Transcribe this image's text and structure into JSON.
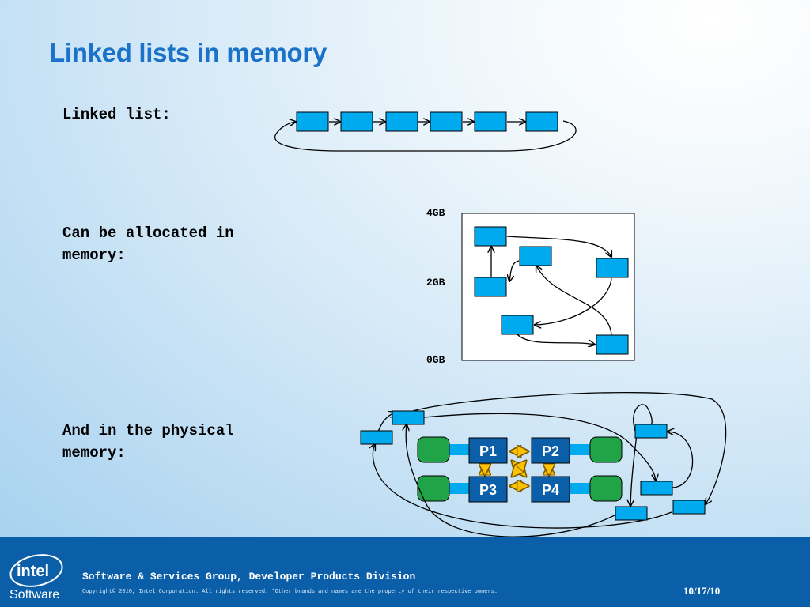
{
  "slide": {
    "title": "Linked lists in memory",
    "label_linked_list": "Linked list:",
    "label_allocated_line1": "Can be allocated in",
    "label_allocated_line2": "memory:",
    "label_physical_line1": "And in the physical",
    "label_physical_line2": "memory:"
  },
  "memory_axis": {
    "top": "4GB",
    "middle": "2GB",
    "bottom": "0GB"
  },
  "processors": [
    "P1",
    "P2",
    "P3",
    "P4"
  ],
  "colors": {
    "node_fill": "#00aaee",
    "processor_fill": "#0b5fa8",
    "memory_bank": "#20a447",
    "interconnect": "#ffc000",
    "title": "#1a73c9",
    "footer": "#0b5fa8"
  },
  "footer": {
    "logo_word": "intel",
    "logo_sub": "Software",
    "division": "Software & Services Group, Developer Products Division",
    "copyright": "Copyright© 2010, Intel Corporation. All rights reserved. *Other brands and names are the property of their respective owners.",
    "date": "10/17/10"
  }
}
